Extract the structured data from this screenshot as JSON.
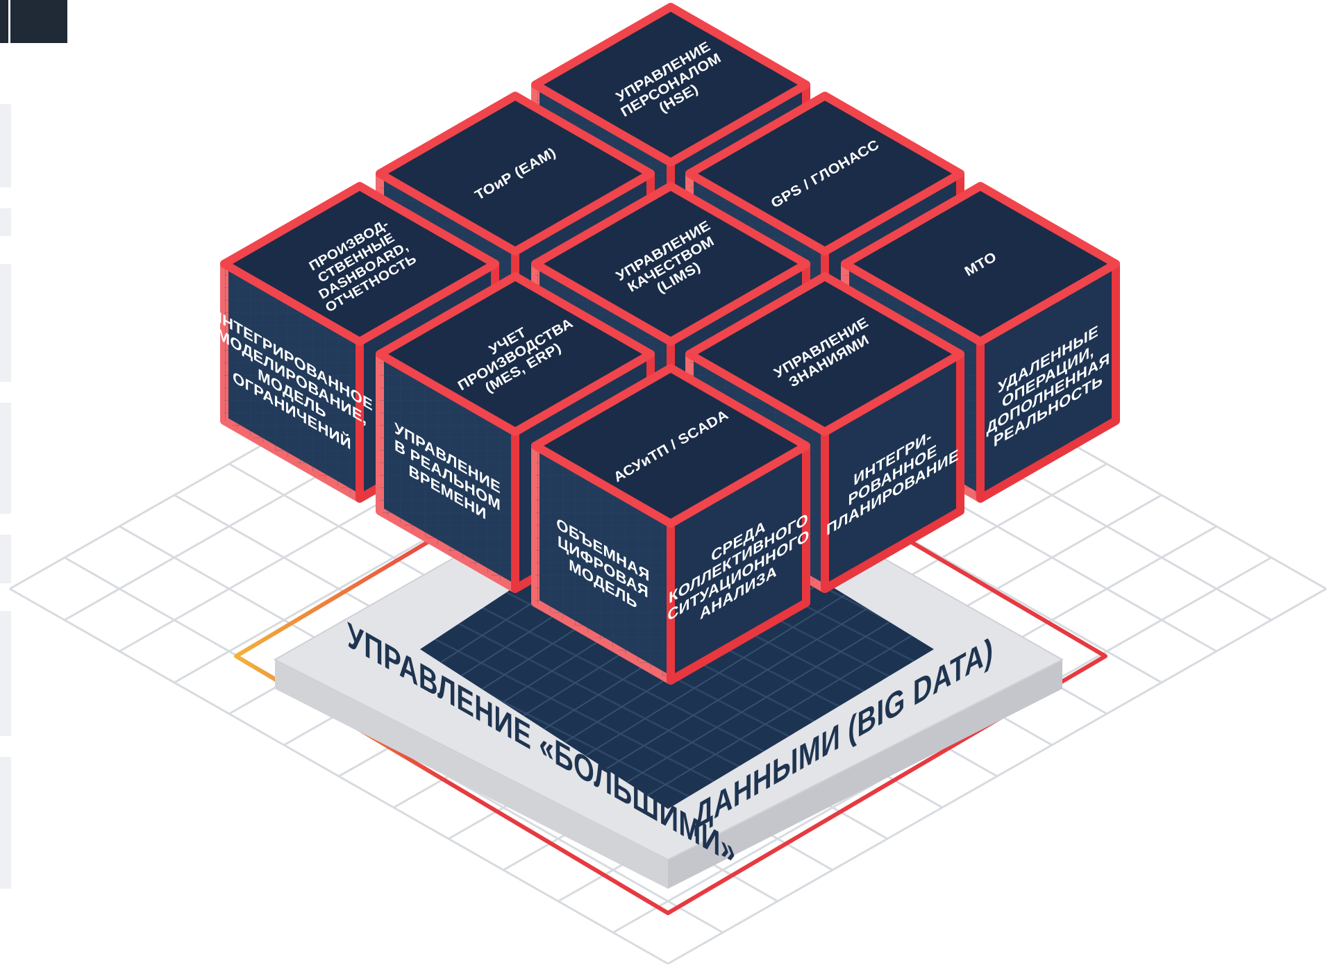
{
  "colors": {
    "cube_top": "#1a2c48",
    "cube_left": "#233b5a",
    "cube_right": "#1e3452",
    "cube_border": "#e8373f",
    "cube_border_light": "#f26a6e",
    "platform_top": "#e3e4e8",
    "platform_side": "#d2d3d7",
    "platform_stripes": "#1d3352",
    "platform_outline": "#e63a41",
    "platform_outline_start": "#f2b23a",
    "grid": "#d7dbe0",
    "corner_block": "#1f2a36",
    "text_light": "#ffffff",
    "text_dark": "#1e3450"
  },
  "top_labels": {
    "hse": [
      "УПРАВЛЕНИЕ",
      "ПЕРСОНАЛОМ",
      "(HSE)"
    ],
    "eam": [
      "ТОиР (EAM)"
    ],
    "gps": [
      "GPS / ГЛОНАСС"
    ],
    "dashboard": [
      "ПРОИЗВОД-",
      "СТВЕННЫЕ",
      "DASHBOARD,",
      "ОТЧЕТНОСТЬ"
    ],
    "lims": [
      "УПРАВЛЕНИЕ",
      "КАЧЕСТВОМ",
      "(LIMS)"
    ],
    "mto": [
      "МТО"
    ],
    "mes": [
      "УЧЕТ",
      "ПРОИЗВОДСТВА",
      "(MES, ERP)"
    ],
    "knowledge": [
      "УПРАВЛЕНИЕ",
      "ЗНАНИЯМИ"
    ],
    "scada": [
      "АСУиТП / SCADA"
    ]
  },
  "side_labels": {
    "modeling": [
      "ИНТЕГРИРОВАННОЕ",
      "МОДЕЛИРОВАНИЕ,",
      "МОДЕЛЬ",
      "ОГРАНИЧЕНИЙ"
    ],
    "realtime": [
      "УПРАВЛЕНИЕ",
      "В РЕАЛЬНОМ",
      "ВРЕМЕНИ"
    ],
    "volume_model": [
      "ОБЪЕМНАЯ",
      "ЦИФРОВАЯ",
      "МОДЕЛЬ"
    ],
    "situational": [
      "СРЕДА",
      "КОЛЛЕКТИВНОГО",
      "СИТУАЦИОННОГО",
      "АНАЛИЗА"
    ],
    "planning": [
      "ИНТЕГРИ-",
      "РОВАННОЕ",
      "ПЛАНИРОВАНИЕ"
    ],
    "remote": [
      "УДАЛЕННЫЕ",
      "ОПЕРАЦИИ,",
      "ДОПОЛНЕННАЯ",
      "РЕАЛЬНОСТЬ"
    ]
  },
  "platform_labels": {
    "left": "УПРАВЛЕНИЕ «БОЛЬШИМИ»",
    "right": "ДАННЫМИ (BIG DATA)"
  }
}
